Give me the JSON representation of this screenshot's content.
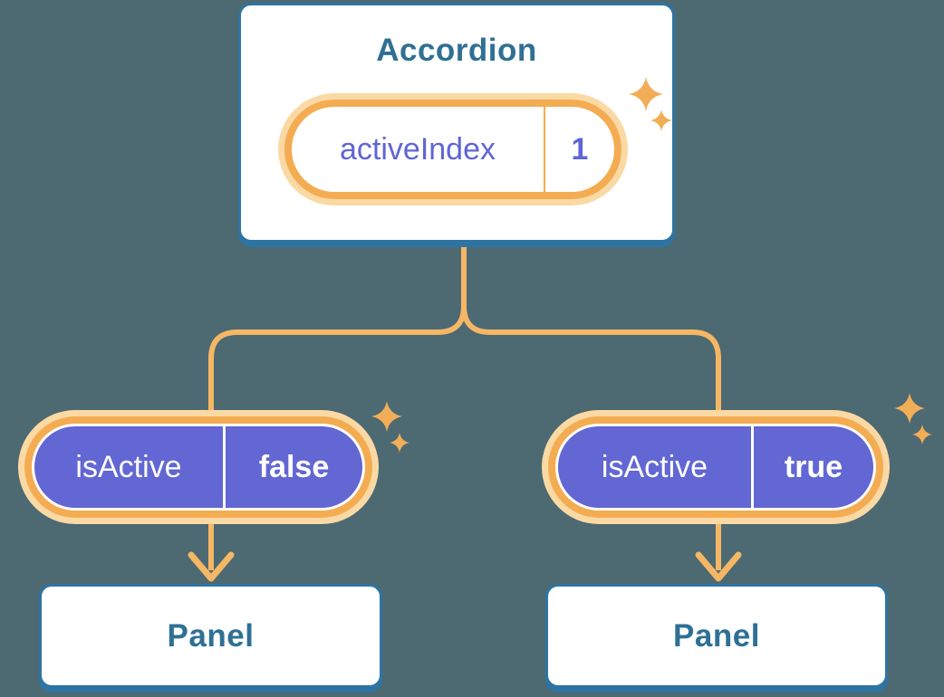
{
  "diagram": {
    "description": "Component tree diagram: Accordion holds activeIndex state and passes isActive props down to two Panel children",
    "colors": {
      "background": "#4D6972",
      "card_border_blue": "#2E74A3",
      "card_text_blue": "#2F7094",
      "orange_ring": "#F4AC52",
      "orange_glow": "#FBD9A4",
      "connector_orange": "#F5B765",
      "pill_purple": "#6267D3",
      "purple_text": "#6065D6"
    },
    "icons": {
      "sparkles": "✦"
    },
    "accordion": {
      "title": "Accordion",
      "state": {
        "name": "activeIndex",
        "value": "1"
      }
    },
    "children": {
      "0": {
        "prop_name": "isActive",
        "prop_value": "false",
        "panel_label": "Panel"
      },
      "1": {
        "prop_name": "isActive",
        "prop_value": "true",
        "panel_label": "Panel"
      }
    }
  }
}
